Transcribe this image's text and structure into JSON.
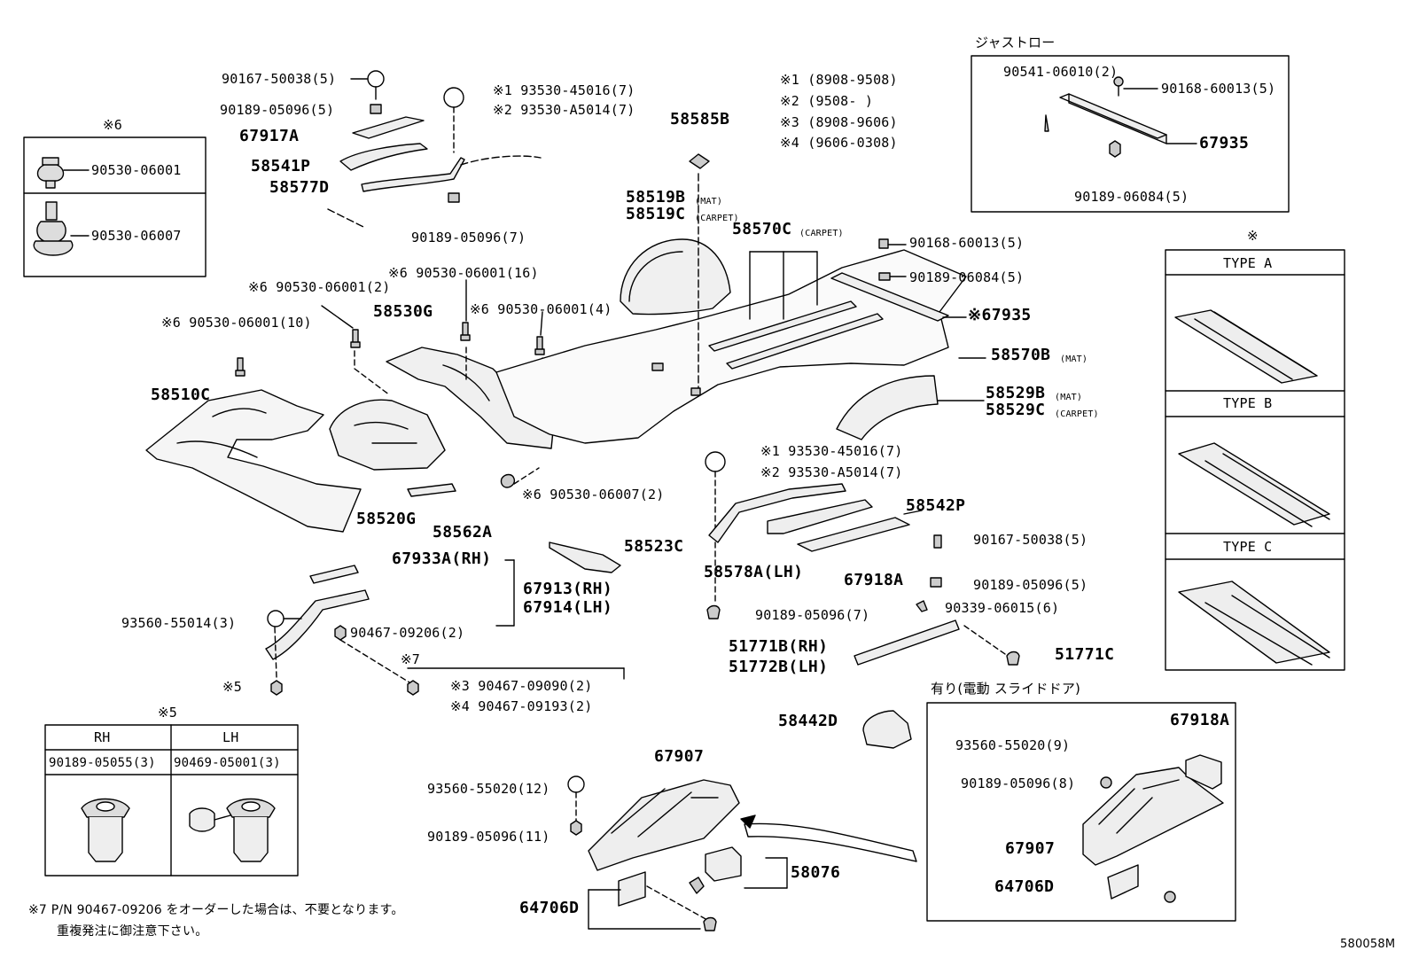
{
  "diagram_code": "580058M",
  "boxes": {
    "box6": {
      "title": "※6",
      "parts": [
        "90530-06001",
        "90530-06007"
      ]
    },
    "jastro": {
      "title": "ジャストロー",
      "parts": [
        "90541-06010(2)",
        "90168-60013(5)",
        "67935",
        "90189-06084(5)"
      ]
    },
    "types": {
      "title": "※",
      "type_a": "TYPE  A",
      "type_b": "TYPE  B",
      "type_c": "TYPE  C"
    },
    "box5": {
      "title": "※5",
      "rh": "RH",
      "lh": "LH",
      "rh_part": "90189-05055(3)",
      "lh_part": "90469-05001(3)"
    },
    "electric": {
      "title": "有り(電動 スライドドア)",
      "parts": [
        "67918A",
        "93560-55020(9)",
        "90189-05096(8)",
        "67907",
        "64706D"
      ]
    }
  },
  "legend": [
    "※1 (8908-9508)",
    "※2 (9508-      )",
    "※3 (8908-9606)",
    "※4 (9606-0308)"
  ],
  "labels": {
    "p90167_50038_a": "90167-50038(5)",
    "p90189_05096_a": "90189-05096(5)",
    "p67917A": "67917A",
    "p58541P": "58541P",
    "p58577D": "58577D",
    "p93530_45016_a": "※1 93530-45016(7)",
    "p93530_A5014_a": "※2 93530-A5014(7)",
    "p90189_05096_b": "90189-05096(7)",
    "p58585B": "58585B",
    "p58519B": "58519B",
    "p58519B_sub": "(MAT)",
    "p58519C": "58519C",
    "p58519C_sub": "(CARPET)",
    "p58570C": "58570C",
    "p58570C_sub": "(CARPET)",
    "p90168_60013": "90168-60013(5)",
    "p90189_06084": "90189-06084(5)",
    "p67935": "※67935",
    "p58570B": "58570B",
    "p58570B_sub": "(MAT)",
    "p58529B": "58529B",
    "p58529B_sub": "(MAT)",
    "p58529C": "58529C",
    "p58529C_sub": "(CARPET)",
    "p90530_06001_2": "※6 90530-06001(2)",
    "p90530_06001_16": "※6 90530-06001(16)",
    "p90530_06001_4": "※6 90530-06001(4)",
    "p90530_06001_10": "※6 90530-06001(10)",
    "p58530G": "58530G",
    "p58510C": "58510C",
    "p58520G": "58520G",
    "p58562A": "58562A",
    "p90530_06007": "※6 90530-06007(2)",
    "p58523C": "58523C",
    "p93530_45016_b": "※1 93530-45016(7)",
    "p93530_A5014_b": "※2 93530-A5014(7)",
    "p58542P": "58542P",
    "p90167_50038_b": "90167-50038(5)",
    "p58578A": "58578A(LH)",
    "p67918A": "67918A",
    "p90189_05096_c": "90189-05096(5)",
    "p90189_05096_d": "90189-05096(7)",
    "p90339_06015": "90339-06015(6)",
    "p51771B": "51771B(RH)",
    "p51772B": "51772B(LH)",
    "p51771C": "51771C",
    "p67933A": "67933A(RH)",
    "p67913": "67913(RH)",
    "p67914": "67914(LH)",
    "p93560_55014": "93560-55014(3)",
    "p90467_09206": "90467-09206(2)",
    "p5mark": "※5",
    "p7mark": "※7",
    "p90467_09090": "※3 90467-09090(2)",
    "p90467_09193": "※4 90467-09193(2)",
    "p58442D": "58442D",
    "p67907": "67907",
    "p93560_55020": "93560-55020(12)",
    "p90189_05096_e": "90189-05096(11)",
    "p58076": "58076",
    "p64706D": "64706D"
  },
  "footnote": {
    "line1": "※7 P/N 90467-09206 をオーダーした場合は、不要となります。",
    "line2": "重複発注に御注意下さい。"
  }
}
